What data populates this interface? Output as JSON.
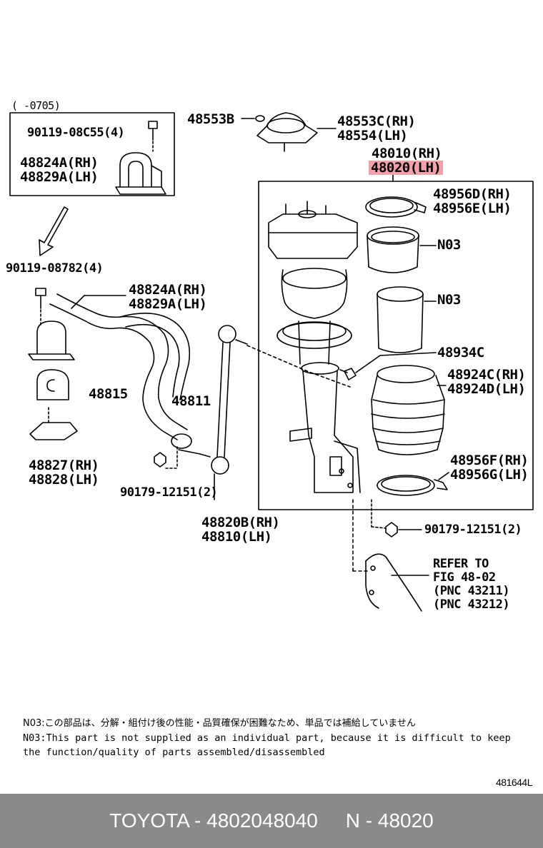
{
  "inset_box": {
    "date_range": "(      -0705)",
    "bolt_label": "90119-08C55(4)",
    "bracket_rh": "48824A(RH)",
    "bracket_lh": "48829A(LH)"
  },
  "labels": {
    "mount_insulator": "48553B",
    "support_rh": "48553C(RH)",
    "support_lh": "48554(LH)",
    "assembly_rh": "48010(RH)",
    "assembly_lh": "48020(LH)",
    "clamp_upper_rh": "48956D(RH)",
    "clamp_upper_lh": "48956E(LH)",
    "no3_upper": "N03",
    "no3_lower": "N03",
    "clip": "48934C",
    "boot_rh": "48924C(RH)",
    "boot_lh": "48924D(LH)",
    "clamp_lower_rh": "48956F(RH)",
    "clamp_lower_lh": "48956G(LH)",
    "bolt_main": "90119-08782(4)",
    "bracket2_rh": "48824A(RH)",
    "bracket2_lh": "48829A(LH)",
    "bushing": "48815",
    "stabilizer_bar": "48811",
    "lower_bracket_rh": "48827(RH)",
    "lower_bracket_lh": "48828(LH)",
    "nut_left": "90179-12151(2)",
    "link_rh": "48820B(RH)",
    "link_lh": "48810(LH)",
    "nut_right": "90179-12151(2)",
    "refer_line1": "REFER TO",
    "refer_line2": "FIG 48-02",
    "refer_line3": "(PNC 43211)",
    "refer_line4": "(PNC 43212)"
  },
  "notes": {
    "note_jp": "N03:この部品は、分解・組付け後の性能・品質確保が困難なため、単品では補給していません",
    "note_en_1": "N03:This part is not supplied as an individual part, because it is difficult to keep",
    "note_en_2": "    the function/quality of parts assembled/disassembled"
  },
  "diagram_id": "481644L",
  "footer": {
    "brand_part": "TOYOTA - 4802048040",
    "pnc": "N - 48020"
  },
  "colors": {
    "highlight": "#f3a0a8",
    "footer_bg": "#8a8a8a"
  }
}
